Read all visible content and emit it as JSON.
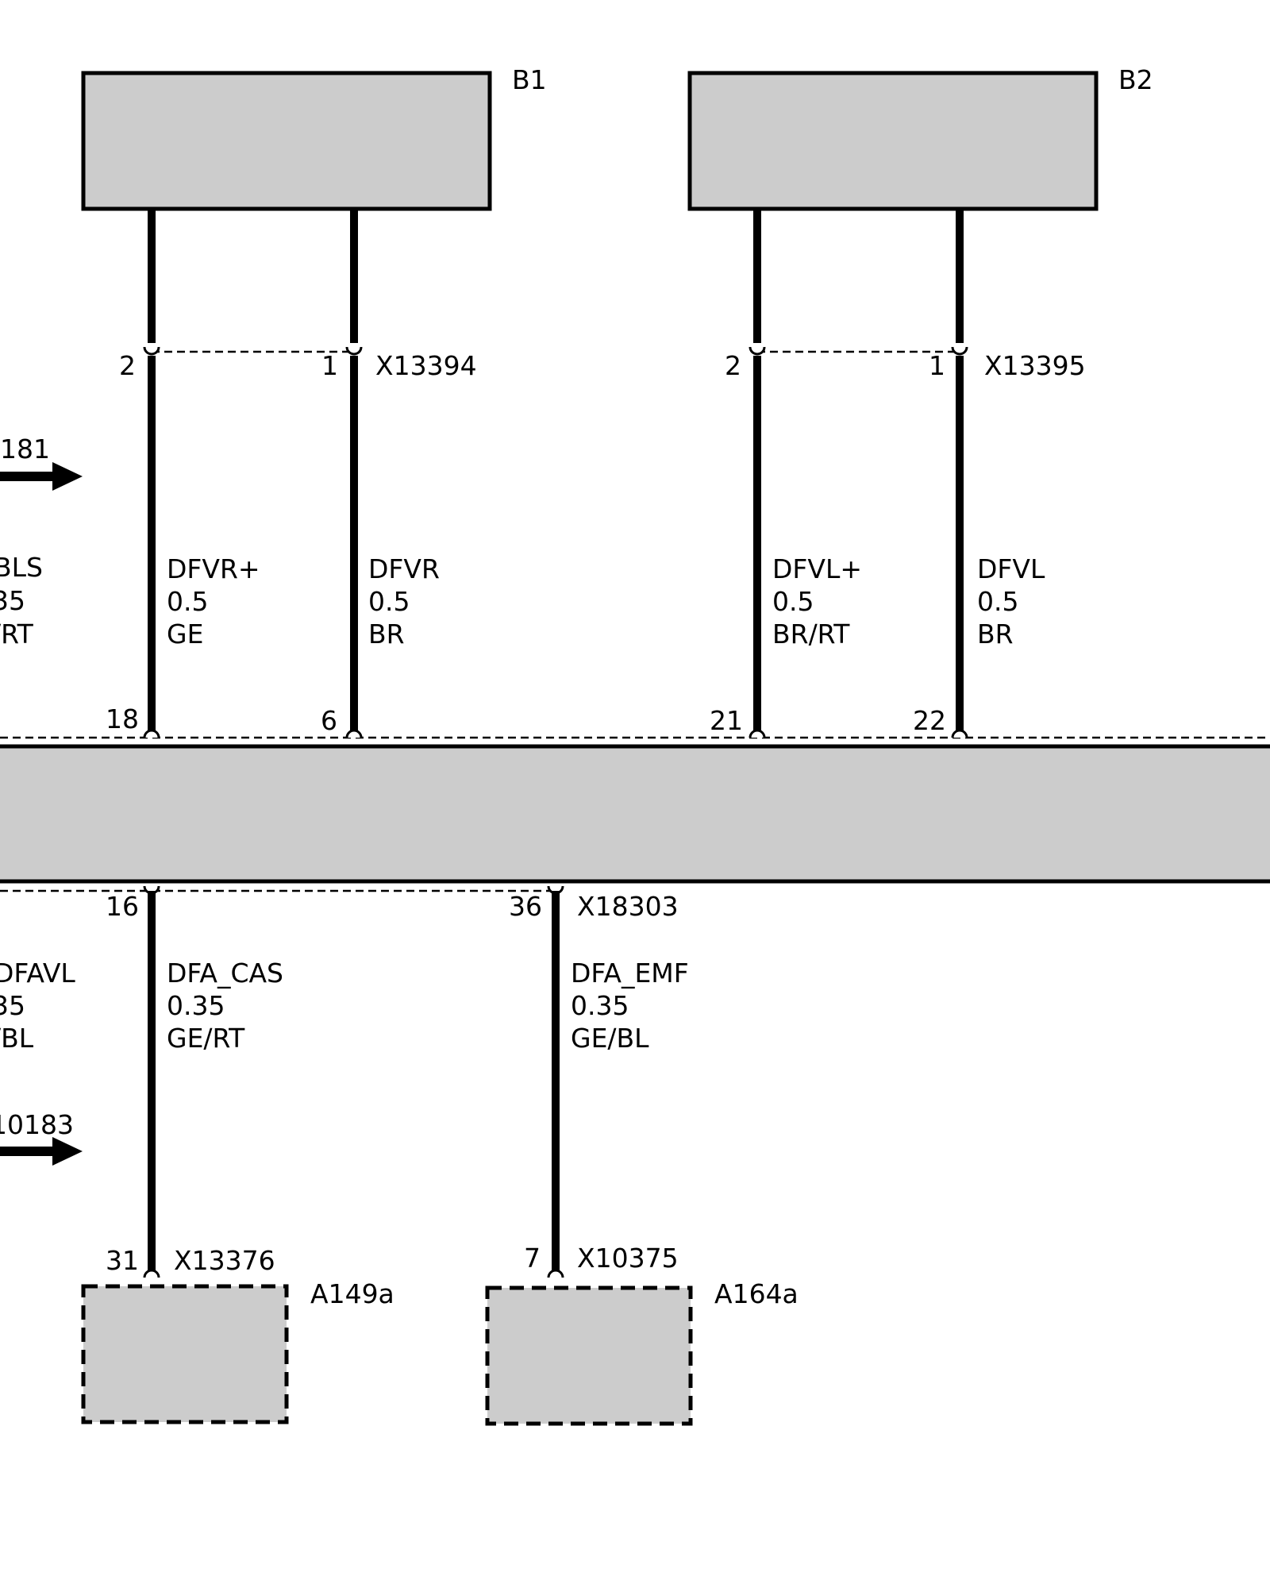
{
  "colors": {
    "component_fill": "#cccccc",
    "line": "#000000",
    "background": "#ffffff"
  },
  "components": {
    "b1": "B1",
    "b2": "B2",
    "a149a": "A149a",
    "a164a": "A164a"
  },
  "connectors": {
    "x13394": "X13394",
    "x13395": "X13395",
    "x18303": "X18303",
    "x13376": "X13376",
    "x10375": "X10375"
  },
  "pins": {
    "b1_pin2": "2",
    "b1_pin1": "1",
    "b2_pin2": "2",
    "b2_pin1": "1",
    "top_18": "18",
    "top_6": "6",
    "top_21": "21",
    "top_22": "22",
    "bottom_16": "16",
    "bottom_36": "36",
    "a149a_pin31": "31",
    "a164a_pin7": "7"
  },
  "wires": [
    {
      "signal": "DFVR+",
      "size": "0.5",
      "color_code": "GE"
    },
    {
      "signal": "DFVR",
      "size": "0.5",
      "color_code": "BR"
    },
    {
      "signal": "DFVL+",
      "size": "0.5",
      "color_code": "BR/RT"
    },
    {
      "signal": "DFVL",
      "size": "0.5",
      "color_code": "BR"
    },
    {
      "signal": "DFA_CAS",
      "size": "0.35",
      "color_code": "GE/RT"
    },
    {
      "signal": "DFA_EMF",
      "size": "0.35",
      "color_code": "GE/BL"
    }
  ],
  "cut_off_left": {
    "ref_top": "181",
    "wire_top": {
      "signal": "BLS",
      "size": "35",
      "color_code": "/RT"
    },
    "wire_bottom": {
      "signal": "DFAVL",
      "size": "35",
      "color_code": "/BL"
    },
    "ref_bottom": "10183"
  }
}
